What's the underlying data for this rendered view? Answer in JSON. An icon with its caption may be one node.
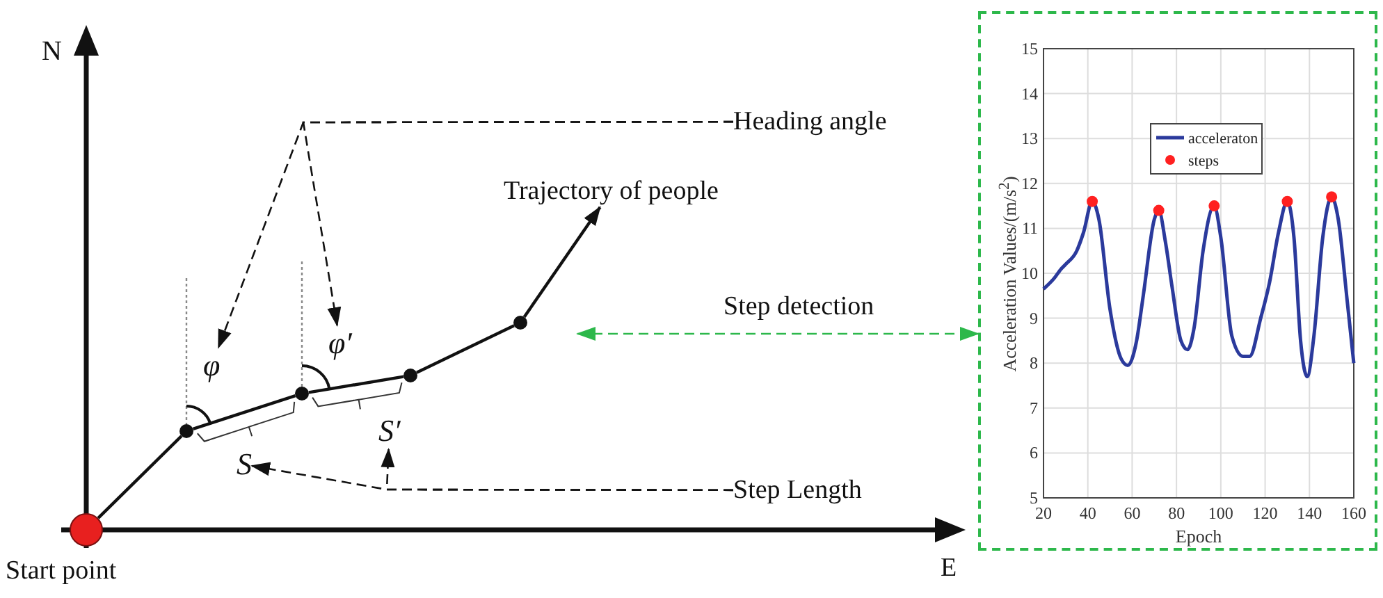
{
  "diagram": {
    "nodes": [
      {
        "text": [],
        "shape": "circle",
        "beside": [
          "Start point"
        ]
      },
      {
        "text": [],
        "shape": "circle"
      },
      {
        "text": [],
        "shape": "circle"
      },
      {
        "text": [],
        "shape": "circle"
      },
      {
        "text": [],
        "shape": "circle"
      },
      {
        "text": [
          "Heading angle"
        ]
      },
      {
        "text": [
          "φ"
        ]
      },
      {
        "text": [
          "φ′"
        ]
      },
      {
        "text": [
          "Step Length"
        ]
      },
      {
        "text": [
          "S"
        ]
      },
      {
        "text": [
          "S′"
        ]
      },
      {
        "text": [],
        "shape": "box"
      },
      {
        "text": [
          "Trajectory of people"
        ]
      }
    ],
    "edges": [
      {
        "from": 0,
        "to": 1,
        "arrow": "none"
      },
      {
        "from": 1,
        "to": 2,
        "arrow": "none"
      },
      {
        "from": 2,
        "to": 3,
        "arrow": "none"
      },
      {
        "from": 3,
        "to": 4,
        "arrow": "none"
      },
      {
        "from": 4,
        "to": 12,
        "arrow": "to"
      },
      {
        "from": 5,
        "to": 6,
        "arrow": "to",
        "style": "dashed"
      },
      {
        "from": 5,
        "to": 7,
        "arrow": "to",
        "style": "dashed"
      },
      {
        "from": 8,
        "to": 9,
        "arrow": "to",
        "style": "dashed"
      },
      {
        "from": 8,
        "to": 10,
        "arrow": "to",
        "style": "dashed"
      },
      {
        "from": null,
        "to": 11,
        "arrow": "both",
        "style": "dashed",
        "color": "#2db84b",
        "label": "Step detection"
      }
    ],
    "labels": [
      "N",
      "E"
    ],
    "chart_data": {
      "type": "line",
      "xlabel": "Epoch",
      "ylabel": "Acceleration Values/(m/s$^{2}$)",
      "x": [
        20,
        25,
        28,
        30,
        35,
        38,
        42,
        45,
        50,
        55,
        58,
        62,
        65,
        70,
        72,
        75,
        78,
        82,
        85,
        88,
        92,
        97,
        100,
        105,
        110,
        113,
        118,
        122,
        126,
        130,
        133,
        136,
        139,
        142,
        146,
        150,
        153,
        157,
        160
      ],
      "series": [
        {
          "name": "acceleraton",
          "color": "#2b3a9c",
          "values": [
            9.65,
            9.9,
            10.1,
            10.2,
            10.5,
            10.9,
            11.6,
            11.2,
            9.2,
            8.1,
            7.95,
            8.5,
            9.5,
            11.2,
            11.4,
            10.7,
            9.7,
            8.5,
            8.3,
            8.8,
            10.5,
            11.5,
            10.8,
            8.6,
            8.15,
            8.15,
            9.0,
            9.8,
            10.9,
            11.6,
            10.8,
            8.5,
            7.7,
            8.6,
            10.8,
            11.7,
            11.2,
            9.4,
            8.0
          ]
        },
        {
          "name": "steps",
          "type": "scatter",
          "color": "#ff2020",
          "values": [
            null,
            null,
            null,
            null,
            null,
            null,
            11.6,
            null,
            null,
            null,
            null,
            null,
            null,
            null,
            11.4,
            null,
            null,
            null,
            null,
            null,
            null,
            11.5,
            null,
            null,
            null,
            null,
            null,
            null,
            null,
            11.6,
            null,
            null,
            null,
            null,
            null,
            11.7,
            null,
            null,
            null
          ]
        }
      ],
      "xlim": [
        20,
        160
      ],
      "ylim": [
        5,
        15
      ],
      "xticks": [
        20,
        40,
        60,
        80,
        100,
        120,
        140,
        160
      ],
      "yticks": [
        5,
        6,
        7,
        8,
        9,
        10,
        11,
        12,
        13,
        14,
        15
      ],
      "grid": true,
      "legend": "top"
    }
  }
}
